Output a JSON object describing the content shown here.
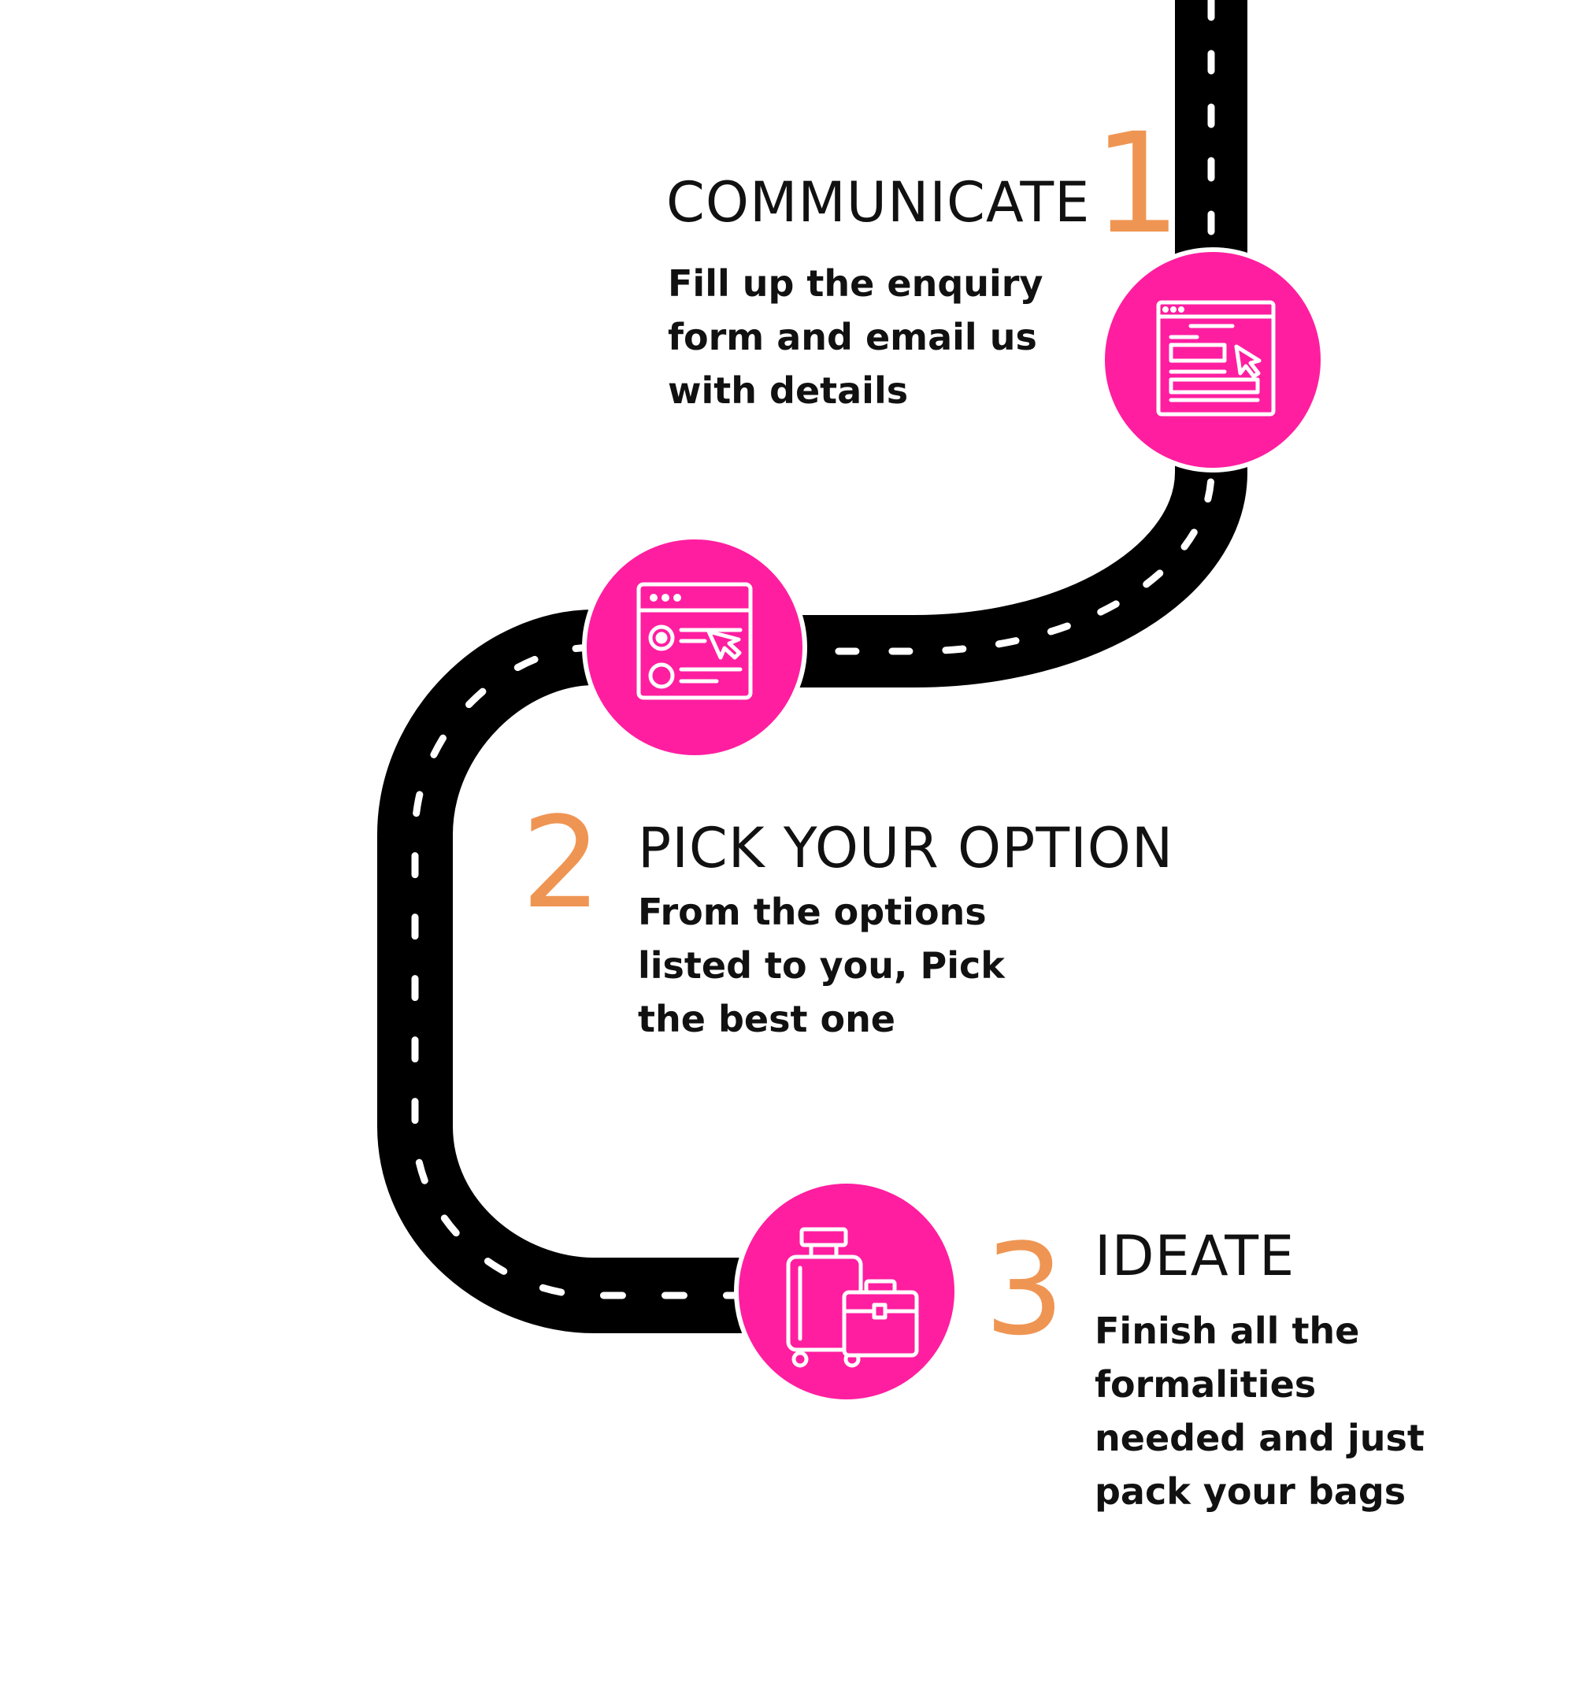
{
  "colors": {
    "road": "#000000",
    "dash": "#ffffff",
    "accent": "#ff1ea0",
    "number": "#ef9553",
    "text": "#111111"
  },
  "steps": [
    {
      "number": "1",
      "title": "COMMUNICATE",
      "desc_lines": [
        "Fill up the enquiry",
        "form and email us",
        "with details"
      ],
      "icon": "web-form-cursor-icon"
    },
    {
      "number": "2",
      "title": "PICK YOUR OPTION",
      "desc_lines": [
        "From the options",
        "listed to you, Pick",
        "the best one"
      ],
      "icon": "browser-options-select-icon"
    },
    {
      "number": "3",
      "title": "IDEATE",
      "desc_lines": [
        "Finish all the",
        "formalities",
        "needed and just",
        "pack your bags"
      ],
      "icon": "luggage-briefcase-icon"
    }
  ]
}
